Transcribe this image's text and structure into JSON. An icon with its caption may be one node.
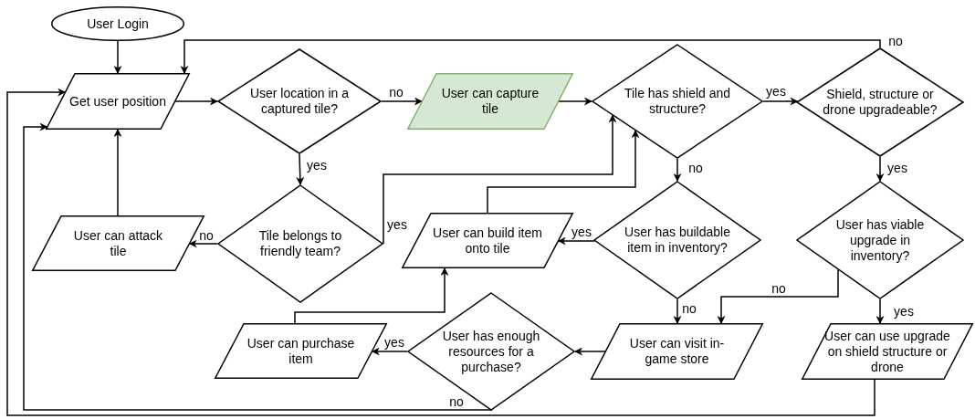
{
  "diagram": {
    "nodes": [
      {
        "text": [
          "User Login"
        ]
      },
      {
        "text": [
          "Get user position"
        ]
      },
      {
        "text": [
          "User location in a captured tile?"
        ]
      },
      {
        "text": [
          "User can capture tile"
        ]
      },
      {
        "text": [
          "Tile has shield and structure?"
        ]
      },
      {
        "text": [
          "Shield, structure or drone upgradeable?"
        ]
      },
      {
        "text": [
          "Tile belongs to friendly team?"
        ]
      },
      {
        "text": [
          "User can attack tile"
        ]
      },
      {
        "text": [
          "User can build item onto tile"
        ]
      },
      {
        "text": [
          "User has buildable item in inventory?"
        ]
      },
      {
        "text": [
          "User has viable upgrade in inventory?"
        ]
      },
      {
        "text": [
          "User can purchase item"
        ]
      },
      {
        "text": [
          "User has enough resources for a purchase?"
        ]
      },
      {
        "text": [
          "User can visit in-game store"
        ]
      },
      {
        "text": [
          "User can use upgrade on shield structure or drone"
        ]
      }
    ],
    "edges": [
      {
        "from": 0,
        "to": 1,
        "arrow": "to"
      },
      {
        "from": 1,
        "to": 2,
        "arrow": "to"
      },
      {
        "from": 2,
        "to": 3,
        "arrow": "to",
        "label": "no"
      },
      {
        "from": 2,
        "to": 6,
        "arrow": "to",
        "label": "yes"
      },
      {
        "from": 3,
        "to": 4,
        "arrow": "to"
      },
      {
        "from": 4,
        "to": 5,
        "arrow": "to",
        "label": "yes"
      },
      {
        "from": 4,
        "to": 9,
        "arrow": "to",
        "label": "no"
      },
      {
        "from": 5,
        "to": 1,
        "arrow": "to",
        "label": "no"
      },
      {
        "from": 5,
        "to": 10,
        "arrow": "to",
        "label": "yes"
      },
      {
        "from": 6,
        "to": 7,
        "arrow": "to",
        "label": "no"
      },
      {
        "from": 6,
        "to": 4,
        "arrow": "to",
        "label": "yes"
      },
      {
        "from": 7,
        "to": 1,
        "arrow": "to"
      },
      {
        "from": 9,
        "to": 8,
        "arrow": "to",
        "label": "yes"
      },
      {
        "from": 8,
        "to": 4,
        "arrow": "to"
      },
      {
        "from": 9,
        "to": 13,
        "arrow": "to",
        "label": "no"
      },
      {
        "from": 10,
        "to": 13,
        "arrow": "to",
        "label": "no"
      },
      {
        "from": 10,
        "to": 14,
        "arrow": "to",
        "label": "yes"
      },
      {
        "from": 13,
        "to": 12,
        "arrow": "to"
      },
      {
        "from": 12,
        "to": 11,
        "arrow": "to",
        "label": "yes"
      },
      {
        "from": 11,
        "to": 8,
        "arrow": "to"
      },
      {
        "from": 12,
        "to": 1,
        "arrow": "to",
        "label": "no"
      },
      {
        "from": 14,
        "to": 1,
        "arrow": "to"
      }
    ]
  }
}
